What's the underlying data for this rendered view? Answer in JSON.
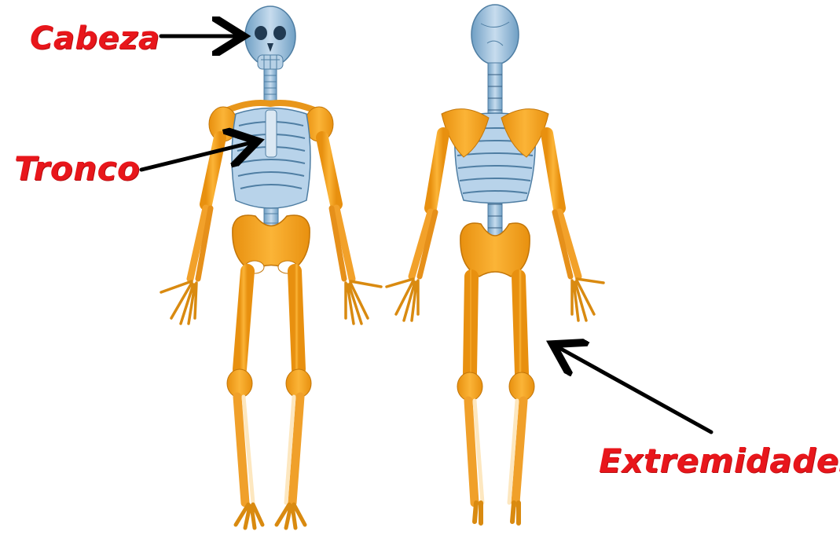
{
  "labels": {
    "head": "Cabeza",
    "trunk": "Tronco",
    "limbs": "Extremidades"
  },
  "colors": {
    "label": "#e8161b",
    "bone_limb": "#f5a623",
    "bone_limb_dark": "#d98a10",
    "bone_axial": "#9fc4e0",
    "bone_axial_dark": "#5a8db3",
    "arrow": "#000000"
  }
}
